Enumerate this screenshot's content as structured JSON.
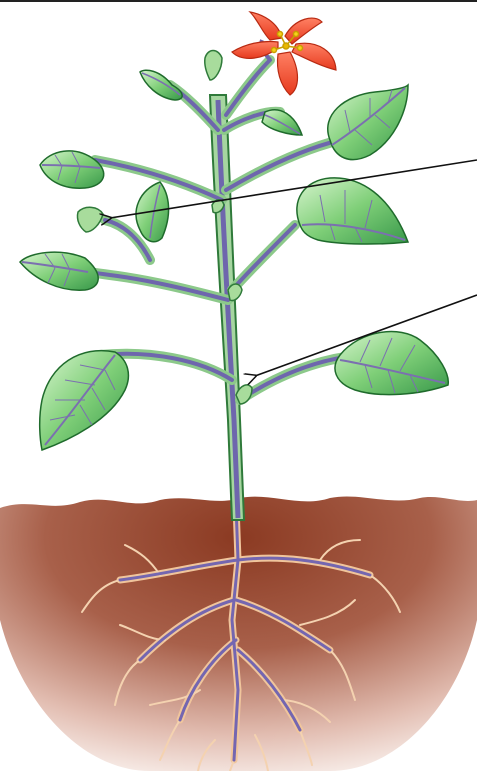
{
  "diagram": {
    "labels": [],
    "colors": {
      "leaf_light": "#c6eec0",
      "leaf_mid": "#73c66f",
      "leaf_dark": "#2f8a3a",
      "leaf_outline": "#1f6b2c",
      "vein": "#7b6fb0",
      "stem": "#6e66ad",
      "stem_outline": "#3d3878",
      "petal": "#f04a2a",
      "petal_light": "#ff8a6a",
      "stamen": "#f7d21c",
      "soil_top": "#8b3a22",
      "soil_bottom": "#f7ebe6",
      "root_fill": "#f2c9a0",
      "root_core": "#7a6cb2",
      "pointer": "#111111"
    },
    "parts": [
      "flower",
      "leaf",
      "stem",
      "axillary-bud",
      "terminal-bud",
      "soil",
      "root-system",
      "pointer-arrow"
    ]
  }
}
